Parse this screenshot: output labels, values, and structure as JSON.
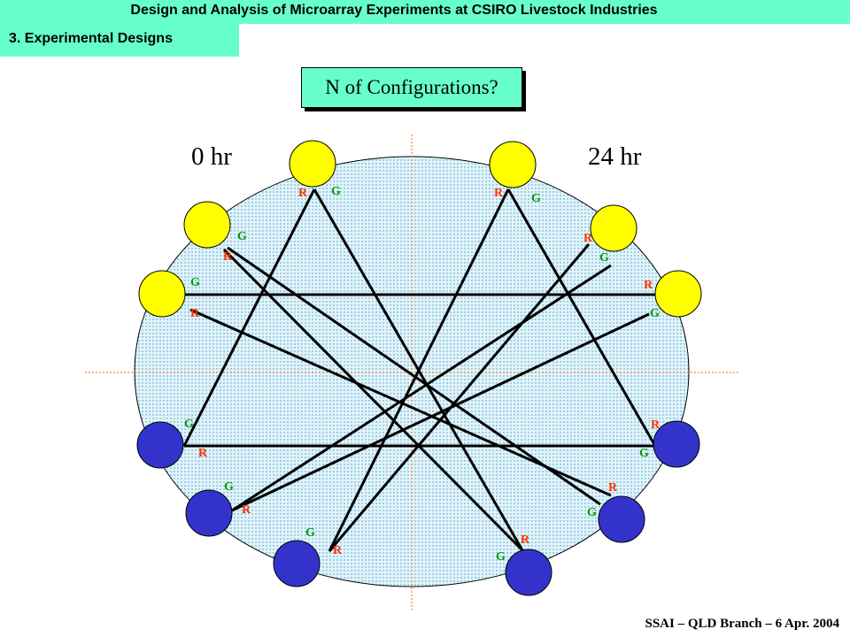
{
  "header": {
    "title": "Design and Analysis of Microarray Experiments at CSIRO Livestock Industries",
    "section": "3. Experimental Designs"
  },
  "question": "N of Configurations?",
  "time_labels": [
    "0 hr",
    "24 hr"
  ],
  "footer": "SSAI – QLD Branch – 6 Apr. 2004",
  "colors": {
    "header_bg": "#66ffcc",
    "ellipse_fill": "#dff4fb",
    "ellipse_dot": "#4a90b8",
    "node_yellow": "#ffff00",
    "node_blue": "#3333cc",
    "label_red": "#ff3300",
    "label_green": "#009900"
  },
  "dye_labels": {
    "red": "R",
    "green": "G"
  }
}
